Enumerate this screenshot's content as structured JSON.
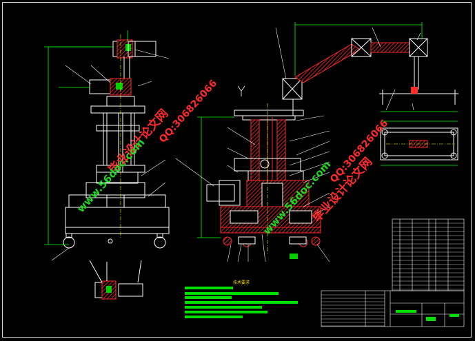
{
  "watermarks": {
    "site_name": "毕业设计论文网",
    "site_url": "www.56doc.com",
    "qq": "QQ:306826066"
  },
  "notes": {
    "title": "技术要求"
  },
  "colors": {
    "background": "#000000",
    "outline": "#ffffff",
    "hatch": "#ff2a2a",
    "dimension": "#00ff00",
    "centerline": "#ffff00",
    "watermark_red": "#ff2b2b",
    "watermark_green": "#1fd61f"
  }
}
